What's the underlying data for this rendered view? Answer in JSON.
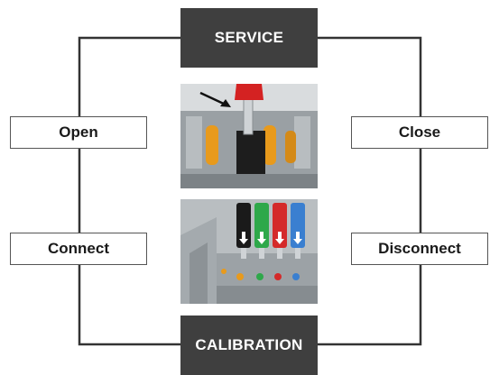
{
  "diagram": {
    "top_node": "SERVICE",
    "bottom_node": "CALIBRATION",
    "left_top": "Open",
    "left_bottom": "Connect",
    "right_top": "Close",
    "right_bottom": "Disconnect",
    "line_color": "#333333",
    "dark_node_color": "#3f3f3f"
  },
  "photos": {
    "top_icon": "test-plug-insertion-photo",
    "bottom_icon": "test-probes-terminal-block-photo"
  }
}
